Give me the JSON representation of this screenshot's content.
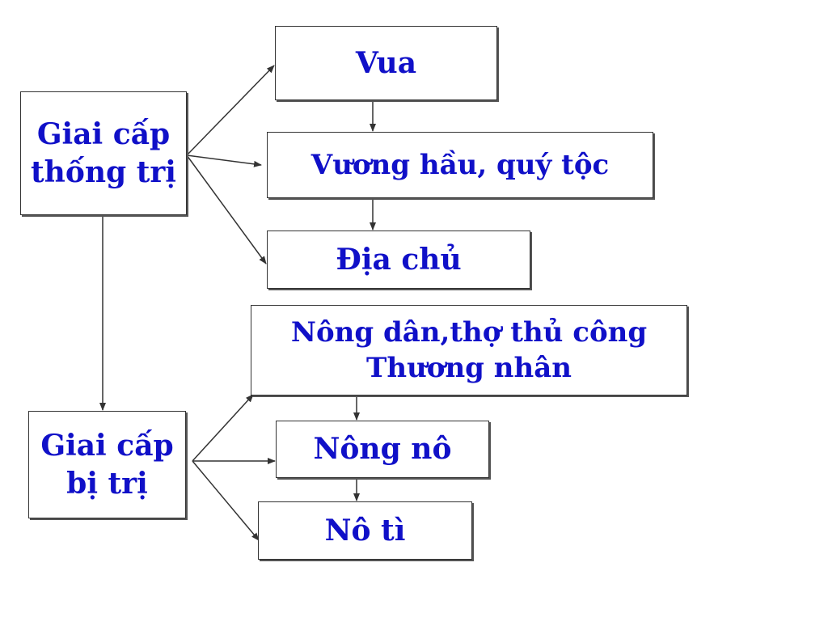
{
  "diagram": {
    "nodes": {
      "thong_tri": {
        "lines": [
          "Giai cấp",
          "thống trị"
        ]
      },
      "vua": {
        "lines": [
          "Vua"
        ]
      },
      "vuong_hau": {
        "lines": [
          "Vương hầu, quý tộc"
        ]
      },
      "dia_chu": {
        "lines": [
          "Địa chủ"
        ]
      },
      "nong_dan": {
        "lines": [
          "Nông dân,thợ thủ công",
          "Thương nhân"
        ]
      },
      "bi_tri": {
        "lines": [
          "Giai cấp",
          "bị trị"
        ]
      },
      "nong_no": {
        "lines": [
          "Nông nô"
        ]
      },
      "no_ti": {
        "lines": [
          "Nô tì"
        ]
      }
    },
    "edges": [
      {
        "from": "thong_tri",
        "to": "vua"
      },
      {
        "from": "thong_tri",
        "to": "vuong_hau"
      },
      {
        "from": "thong_tri",
        "to": "dia_chu"
      },
      {
        "from": "vua",
        "to": "vuong_hau"
      },
      {
        "from": "vuong_hau",
        "to": "dia_chu"
      },
      {
        "from": "thong_tri",
        "to": "bi_tri"
      },
      {
        "from": "bi_tri",
        "to": "nong_dan"
      },
      {
        "from": "bi_tri",
        "to": "nong_no"
      },
      {
        "from": "bi_tri",
        "to": "no_ti"
      },
      {
        "from": "nong_dan",
        "to": "nong_no"
      },
      {
        "from": "nong_no",
        "to": "no_ti"
      }
    ],
    "colors": {
      "text": "#1010c8",
      "border": "#333333",
      "arrow": "#333333"
    }
  }
}
